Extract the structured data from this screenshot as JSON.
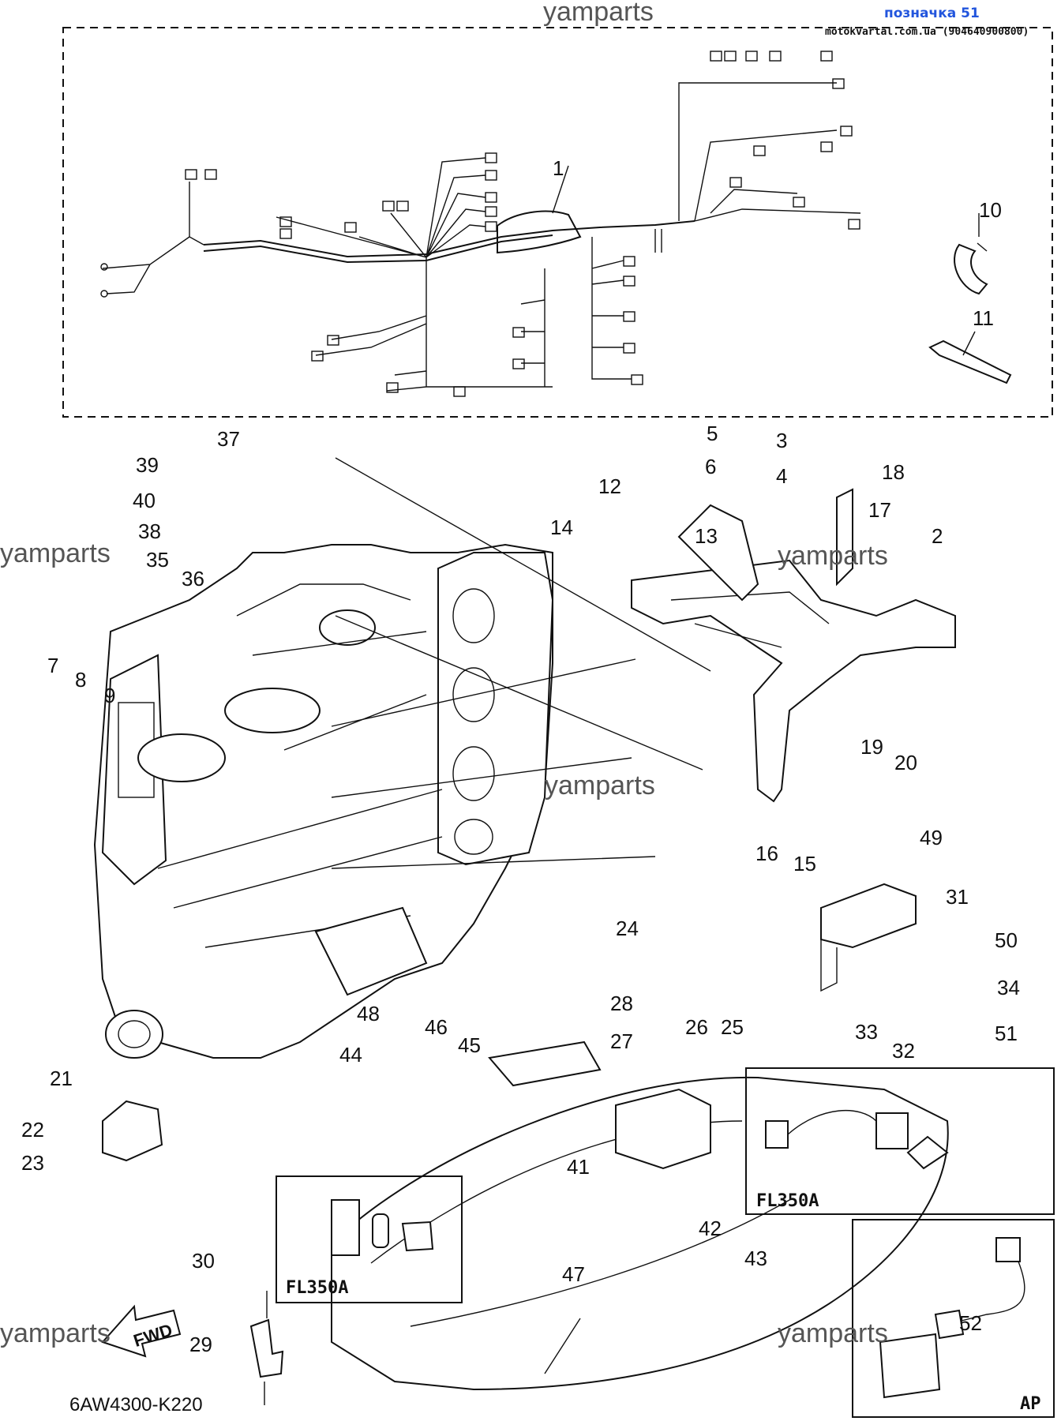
{
  "header": {
    "watermark_top": "yamparts",
    "page_ref": "позначка 51",
    "site_ref": "motokvartal.com.ua (904640900800)"
  },
  "watermarks": [
    "yamparts",
    "yamparts",
    "yamparts",
    "yamparts",
    "yamparts"
  ],
  "part_numbers": [
    "1",
    "2",
    "3",
    "4",
    "5",
    "6",
    "7",
    "8",
    "9",
    "10",
    "11",
    "12",
    "13",
    "14",
    "15",
    "16",
    "17",
    "18",
    "19",
    "20",
    "21",
    "22",
    "23",
    "24",
    "25",
    "26",
    "27",
    "28",
    "29",
    "30",
    "31",
    "32",
    "33",
    "34",
    "35",
    "36",
    "37",
    "38",
    "39",
    "40",
    "41",
    "42",
    "43",
    "44",
    "45",
    "46",
    "47",
    "48",
    "49",
    "50",
    "51",
    "52"
  ],
  "insets": {
    "fl350a_right": "FL350A",
    "fl350a_left": "FL350A",
    "ap": "AP"
  },
  "forward_label": "FWD",
  "diagram_code": "6AW4300-K220"
}
